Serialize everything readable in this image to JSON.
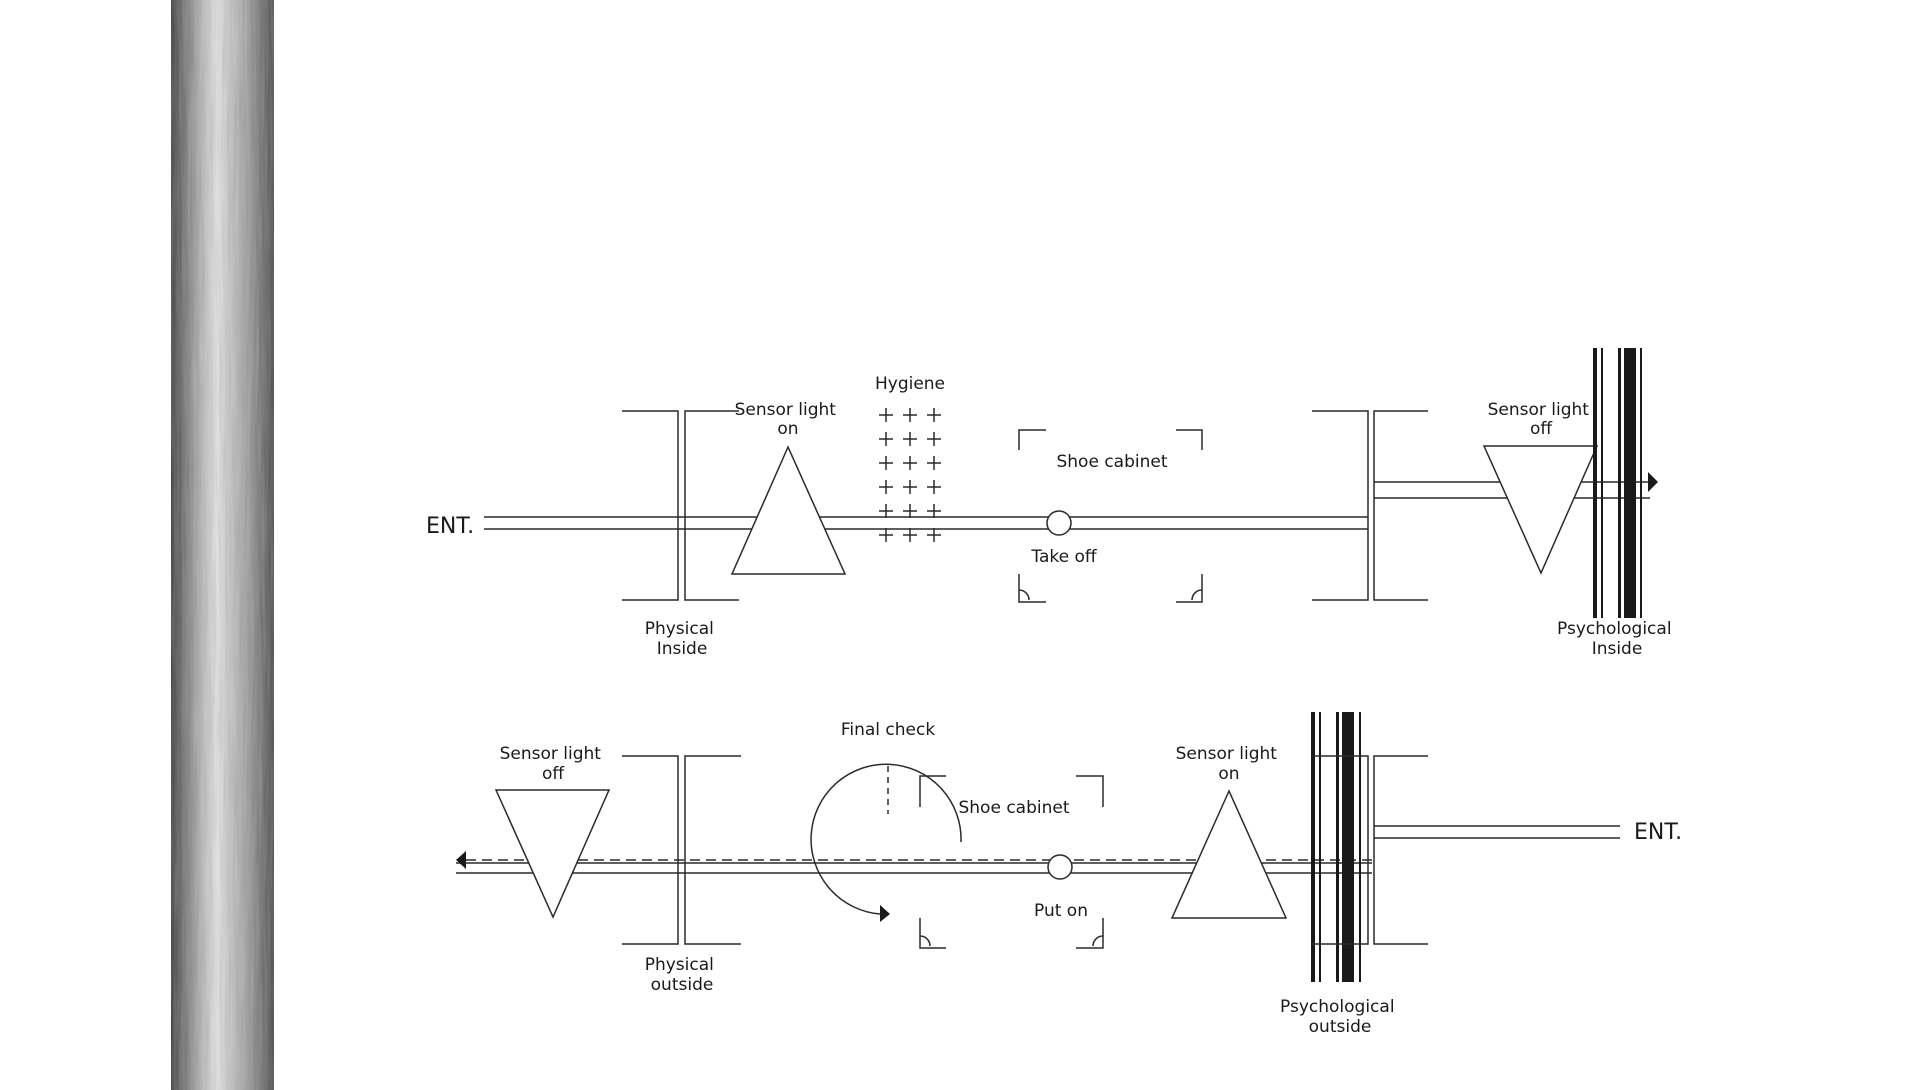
{
  "background": "#ffffff",
  "line_color": "#2a2a2a",
  "pole": {
    "name": "metal-pole",
    "colors": {
      "dark": "#3c3c3c",
      "mid": "#9a9a9a",
      "light": "#e2e2e2"
    }
  },
  "top_flow": {
    "ent_label": "ENT.",
    "sensor_on": [
      "Sensor light",
      "on"
    ],
    "hygiene": "Hygiene",
    "shoe_cabinet": "Shoe cabinet",
    "take_off": "Take off",
    "physical_inside": [
      "Physical",
      "Inside"
    ],
    "sensor_off": [
      "Sensor light",
      "off"
    ],
    "psychological_inside": [
      "Psychological",
      "Inside"
    ]
  },
  "bottom_flow": {
    "sensor_off": [
      "Sensor light",
      "off"
    ],
    "physical_outside": [
      "Physical",
      "outside"
    ],
    "final_check": "Final check",
    "shoe_cabinet": "Shoe cabinet",
    "put_on": "Put on",
    "sensor_on": [
      "Sensor light",
      "on"
    ],
    "psychological_outside": [
      "Psychological",
      "outside"
    ],
    "ent_label": "ENT."
  }
}
